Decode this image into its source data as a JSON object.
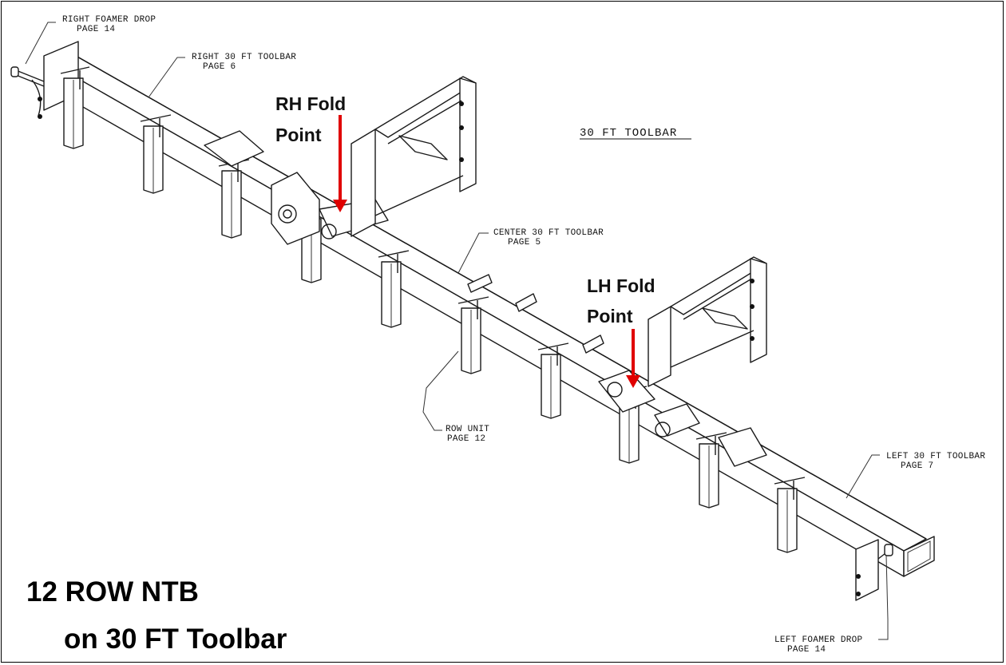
{
  "diagram": {
    "title_line1": "12 ROW NTB",
    "title_line2": "on 30 FT Toolbar",
    "heading": "30 FT TOOLBAR",
    "fold_points": {
      "rh_line1": "RH Fold",
      "rh_line2": "Point",
      "lh_line1": "LH Fold",
      "lh_line2": "Point",
      "arrow_color": "#e00000"
    },
    "callouts": {
      "right_foamer": {
        "name": "RIGHT FOAMER DROP",
        "page": "PAGE 14"
      },
      "right_toolbar": {
        "name": "RIGHT 30 FT TOOLBAR",
        "page": "PAGE 6"
      },
      "center_toolbar": {
        "name": "CENTER 30 FT TOOLBAR",
        "page": "PAGE 5"
      },
      "row_unit": {
        "name": "ROW UNIT",
        "page": "PAGE 12"
      },
      "left_toolbar": {
        "name": "LEFT 30 FT TOOLBAR",
        "page": "PAGE 7"
      },
      "left_foamer": {
        "name": "LEFT FOAMER DROP",
        "page": "PAGE 14"
      }
    }
  }
}
